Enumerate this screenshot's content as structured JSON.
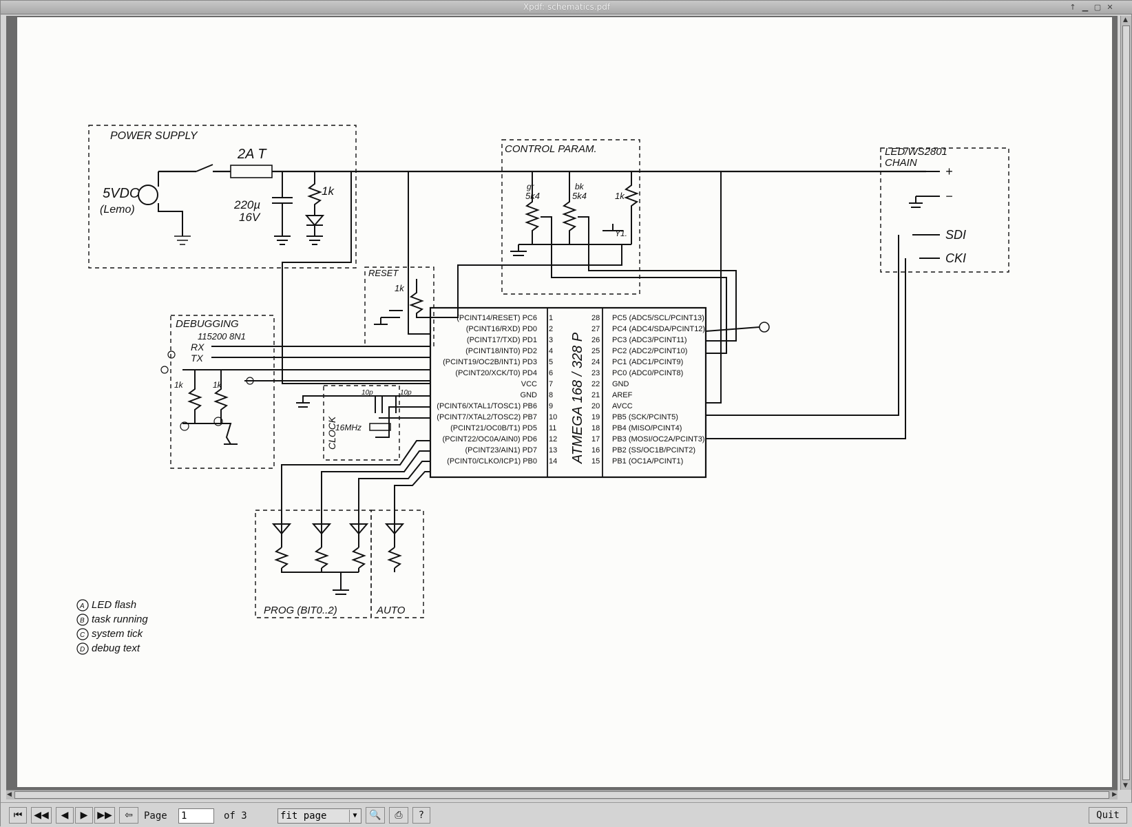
{
  "window": {
    "title": "Xpdf: schematics.pdf"
  },
  "toolbar": {
    "page_label": "Page",
    "page_value": "1",
    "of_label": "of 3",
    "zoom_value": "fit page",
    "quit_label": "Quit",
    "help_label": "?"
  },
  "icons": [
    "first-page-icon",
    "prev-5-icon",
    "prev-page-icon",
    "next-page-icon",
    "next-5-icon",
    "back-icon",
    "find-icon",
    "print-icon",
    "help-icon"
  ],
  "schematic": {
    "power_supply": {
      "title": "POWER SUPPLY",
      "fuse": "2A T",
      "input": "5VDC",
      "connector": "(Lemo)",
      "cap_value": "220µ",
      "cap_voltage": "16V",
      "resistor": "1k"
    },
    "control": {
      "title": "CONTROL PARAM.",
      "pot1_color": "gr",
      "pot1_value": "5k4",
      "pot2_color": "bk",
      "pot2_value": "5k4",
      "res": "1k",
      "switch": "Y1."
    },
    "led_chain": {
      "title": "LED/WS2801",
      "subtitle": "CHAIN",
      "pins": [
        "+",
        "−",
        "SDI",
        "CKI"
      ]
    },
    "reset": {
      "title": "RESET",
      "res": "1k"
    },
    "debugging": {
      "title": "DEBUGGING",
      "baud": "115200 8N1",
      "rx": "RX",
      "tx": "TX",
      "res1": "1k",
      "res2": "1k"
    },
    "clock": {
      "title": "CLOCK",
      "freq": "16MHz",
      "cap1": "10p",
      "cap2": "10p"
    },
    "chip": {
      "name": "ATMEGA 168 / 328 P"
    },
    "pins_left": [
      {
        "label": "(PCINT14/RESET) PC6",
        "num": "1"
      },
      {
        "label": "(PCINT16/RXD) PD0",
        "num": "2"
      },
      {
        "label": "(PCINT17/TXD) PD1",
        "num": "3"
      },
      {
        "label": "(PCINT18/INT0) PD2",
        "num": "4"
      },
      {
        "label": "(PCINT19/OC2B/INT1) PD3",
        "num": "5"
      },
      {
        "label": "(PCINT20/XCK/T0) PD4",
        "num": "6"
      },
      {
        "label": "VCC",
        "num": "7"
      },
      {
        "label": "GND",
        "num": "8"
      },
      {
        "label": "(PCINT6/XTAL1/TOSC1) PB6",
        "num": "9"
      },
      {
        "label": "(PCINT7/XTAL2/TOSC2) PB7",
        "num": "10"
      },
      {
        "label": "(PCINT21/OC0B/T1) PD5",
        "num": "11"
      },
      {
        "label": "(PCINT22/OC0A/AIN0) PD6",
        "num": "12"
      },
      {
        "label": "(PCINT23/AIN1) PD7",
        "num": "13"
      },
      {
        "label": "(PCINT0/CLKO/ICP1) PB0",
        "num": "14"
      }
    ],
    "pins_right": [
      {
        "num": "28",
        "label": "PC5 (ADC5/SCL/PCINT13)"
      },
      {
        "num": "27",
        "label": "PC4 (ADC4/SDA/PCINT12)"
      },
      {
        "num": "26",
        "label": "PC3 (ADC3/PCINT11)"
      },
      {
        "num": "25",
        "label": "PC2 (ADC2/PCINT10)"
      },
      {
        "num": "24",
        "label": "PC1 (ADC1/PCINT9)"
      },
      {
        "num": "23",
        "label": "PC0 (ADC0/PCINT8)"
      },
      {
        "num": "22",
        "label": "GND"
      },
      {
        "num": "21",
        "label": "AREF"
      },
      {
        "num": "20",
        "label": "AVCC"
      },
      {
        "num": "19",
        "label": "PB5 (SCK/PCINT5)"
      },
      {
        "num": "18",
        "label": "PB4 (MISO/PCINT4)"
      },
      {
        "num": "17",
        "label": "PB3 (MOSI/OC2A/PCINT3)"
      },
      {
        "num": "16",
        "label": "PB2 (SS/OC1B/PCINT2)"
      },
      {
        "num": "15",
        "label": "PB1 (OC1A/PCINT1)"
      }
    ],
    "prog": {
      "title": "PROG (BIT0..2)",
      "auto": "AUTO"
    },
    "legend": [
      {
        "key": "A",
        "text": "LED flash"
      },
      {
        "key": "B",
        "text": "task running"
      },
      {
        "key": "C",
        "text": "system tick"
      },
      {
        "key": "D",
        "text": "debug text"
      }
    ]
  }
}
